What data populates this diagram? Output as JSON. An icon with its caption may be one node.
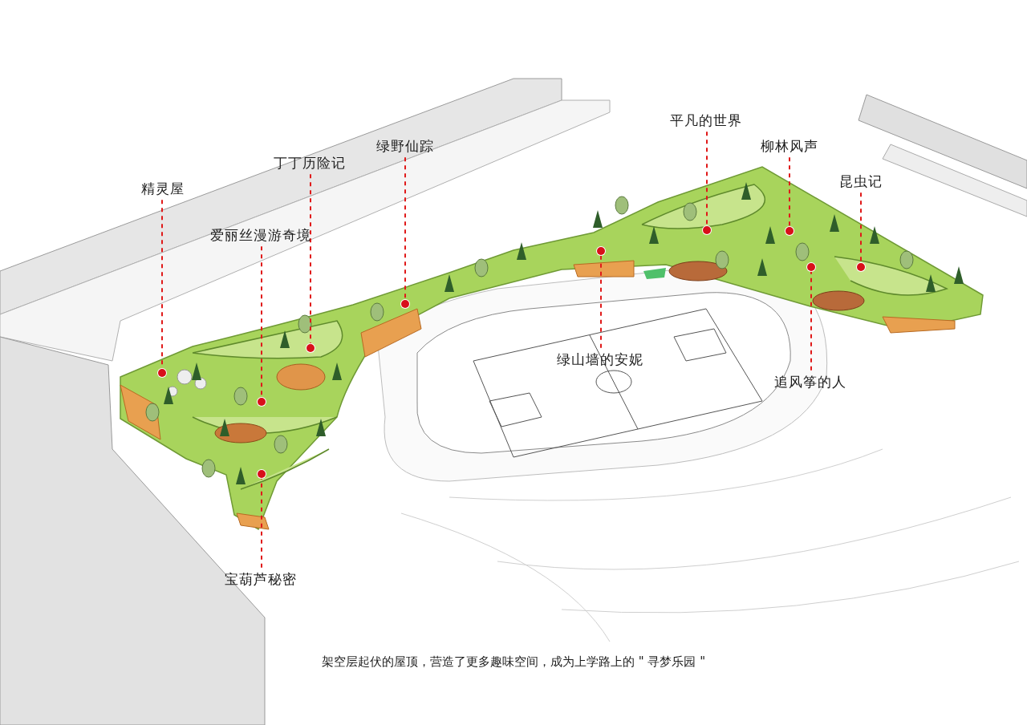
{
  "diagram": {
    "caption": "架空层起伏的屋顶，营造了更多趣味空间，成为上学路上的 \" 寻梦乐园 \"",
    "nodes": [
      {
        "text": [
          "平凡的世界"
        ]
      },
      {
        "text": [
          "柳林风声"
        ]
      },
      {
        "text": [
          "绿野仙踪"
        ]
      },
      {
        "text": [
          "丁丁历险记"
        ]
      },
      {
        "text": [
          "昆虫记"
        ]
      },
      {
        "text": [
          "精灵屋"
        ]
      },
      {
        "text": [
          "爱丽丝漫游奇境"
        ]
      },
      {
        "text": [
          "绿山墙的安妮"
        ]
      },
      {
        "text": [
          "追风筝的人"
        ]
      },
      {
        "text": [
          "宝葫芦秘密"
        ]
      },
      {
        "text": [],
        "shape": "circle"
      },
      {
        "text": [],
        "shape": "circle"
      },
      {
        "text": [],
        "shape": "circle"
      },
      {
        "text": [],
        "shape": "circle"
      },
      {
        "text": [],
        "shape": "circle"
      },
      {
        "text": [],
        "shape": "circle"
      },
      {
        "text": [],
        "shape": "circle"
      },
      {
        "text": [],
        "shape": "circle"
      },
      {
        "text": [],
        "shape": "circle"
      },
      {
        "text": [],
        "shape": "circle"
      }
    ],
    "edges": [
      {
        "from": 0,
        "to": 10,
        "arrow": "none",
        "style": "dashed"
      },
      {
        "from": 1,
        "to": 11,
        "arrow": "none",
        "style": "dashed"
      },
      {
        "from": 2,
        "to": 12,
        "arrow": "none",
        "style": "dashed"
      },
      {
        "from": 3,
        "to": 13,
        "arrow": "none",
        "style": "dashed"
      },
      {
        "from": 4,
        "to": 14,
        "arrow": "none",
        "style": "dashed"
      },
      {
        "from": 5,
        "to": 15,
        "arrow": "none",
        "style": "dashed"
      },
      {
        "from": 6,
        "to": 16,
        "arrow": "none",
        "style": "dashed"
      },
      {
        "from": 7,
        "to": 17,
        "arrow": "none",
        "style": "dashed"
      },
      {
        "from": 8,
        "to": 18,
        "arrow": "none",
        "style": "dashed"
      },
      {
        "from": 9,
        "to": 19,
        "arrow": "none",
        "style": "dashed"
      }
    ]
  }
}
